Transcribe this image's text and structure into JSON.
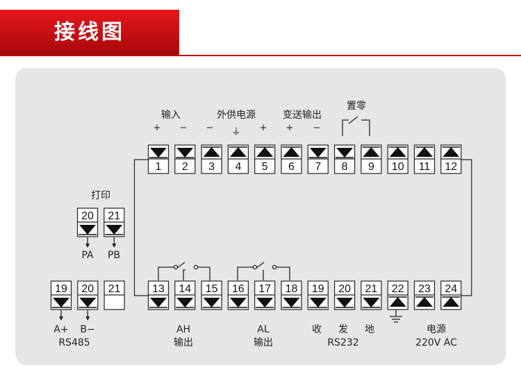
{
  "header": {
    "title": "接线图"
  },
  "top_row": {
    "numbers": [
      "1",
      "2",
      "3",
      "4",
      "5",
      "6",
      "7",
      "8",
      "9",
      "10",
      "11",
      "12"
    ],
    "arrows": [
      "down",
      "down",
      "up",
      "up",
      "up",
      "up",
      "down",
      "down",
      "up",
      "up",
      "up",
      "up"
    ],
    "signs": [
      {
        "t": "+"
      },
      {
        "t": "−"
      },
      {
        "t": "−"
      },
      {
        "t": "⏚"
      },
      {
        "t": "+"
      },
      {
        "t": "+"
      },
      {
        "t": "−"
      }
    ],
    "group_labels": {
      "input": "输入",
      "power": "外供电源",
      "transmit": "变送输出",
      "reset": "置零"
    }
  },
  "bottom_row": {
    "numbers": [
      "13",
      "14",
      "15",
      "16",
      "17",
      "18",
      "19",
      "20",
      "21",
      "22",
      "23",
      "24"
    ],
    "arrows": [
      "down",
      "down",
      "down",
      "down",
      "down",
      "down",
      "down",
      "down",
      "down",
      "up",
      "up",
      "up"
    ],
    "labels": {
      "ah": "AH",
      "ah_sub": "输出",
      "al": "AL",
      "al_sub": "输出",
      "rx": "收",
      "tx": "发",
      "gnd": "地",
      "rs232": "RS232",
      "power": "电源",
      "power_sub": "220V AC"
    }
  },
  "printer": {
    "title": "打印",
    "numbers": [
      "20",
      "21"
    ],
    "arrows": [
      "down",
      "down"
    ],
    "labels": [
      "PA",
      "PB"
    ]
  },
  "rs485": {
    "numbers": [
      "19",
      "20",
      "21"
    ],
    "arrows": [
      "down",
      "down",
      "none"
    ],
    "labels": [
      "A+",
      "B−"
    ],
    "title": "RS485"
  }
}
